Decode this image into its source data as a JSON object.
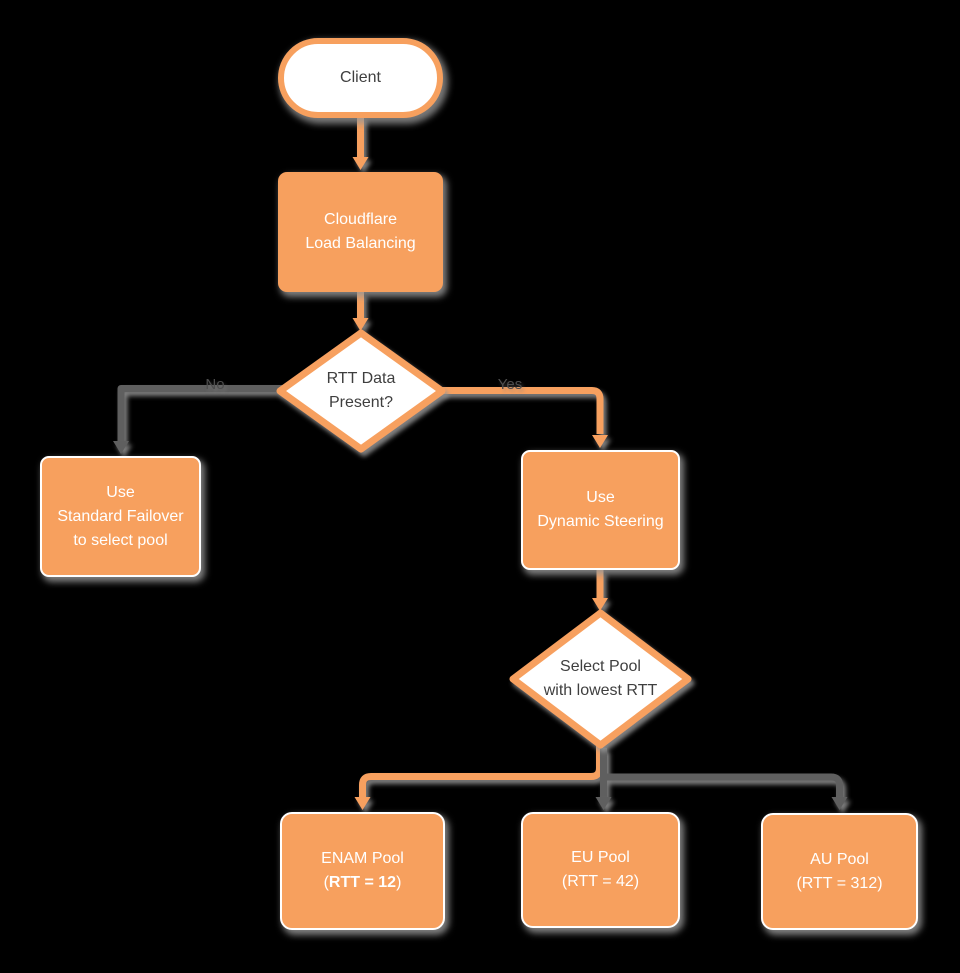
{
  "nodes": {
    "client": {
      "label": "Client"
    },
    "load_balancing": {
      "line1": "Cloudflare",
      "line2": "Load Balancing"
    },
    "rtt_decision": {
      "line1": "RTT Data",
      "line2": "Present?"
    },
    "standard_failover": {
      "line1": "Use",
      "line2": "Standard Failover",
      "line3": "to select pool"
    },
    "dynamic_steering": {
      "line1": "Use",
      "line2": "Dynamic Steering"
    },
    "select_pool": {
      "line1": "Select Pool",
      "line2": "with lowest RTT"
    },
    "enam_pool": {
      "line1": "ENAM Pool",
      "paren_open": "(",
      "rtt": "RTT = 12",
      "paren_close": ")"
    },
    "eu_pool": {
      "line1": "EU Pool",
      "line2": "(RTT = 42)"
    },
    "au_pool": {
      "line1": "AU Pool",
      "line2": "(RTT = 312)"
    }
  },
  "edge_labels": {
    "no": "No",
    "yes": "Yes"
  },
  "colors": {
    "background": "#000000",
    "orange": "#F7A05E",
    "connector_gray": "#5E5E5E",
    "node_text_light": "#FFFFFF",
    "node_text_dark": "#3F3F3F",
    "shadow_gray": "#969696"
  }
}
